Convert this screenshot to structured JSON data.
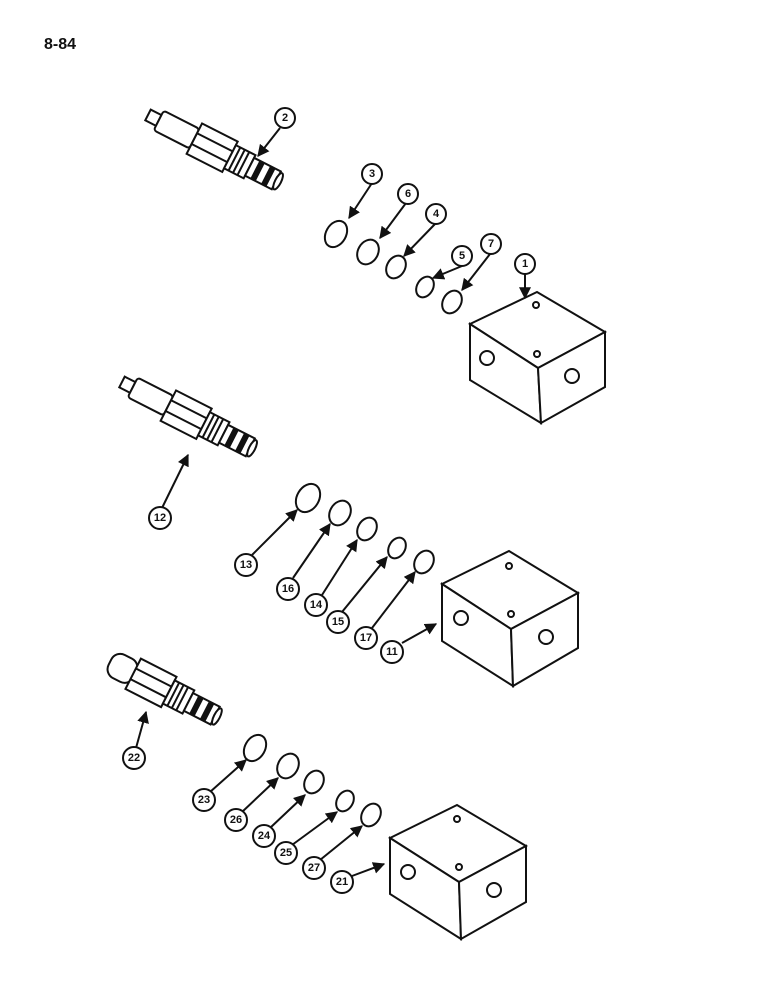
{
  "page_number": "8-84",
  "assemblies": [
    {
      "valve_label": "2",
      "block_label": "1",
      "seal_labels": [
        "3",
        "6",
        "4",
        "5",
        "7"
      ]
    },
    {
      "valve_label": "12",
      "block_label": "11",
      "seal_labels": [
        "13",
        "16",
        "14",
        "15",
        "17"
      ]
    },
    {
      "valve_label": "22",
      "block_label": "21",
      "seal_labels": [
        "23",
        "26",
        "24",
        "25",
        "27"
      ]
    }
  ],
  "colors": {
    "ink": "#111111",
    "paper": "#ffffff"
  }
}
